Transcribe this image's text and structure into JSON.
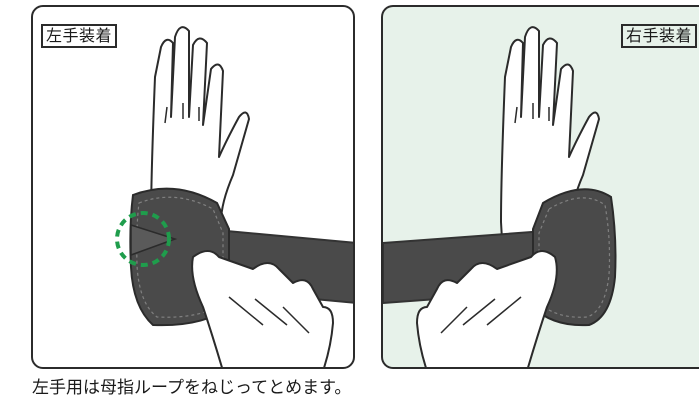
{
  "panels": {
    "left": {
      "label": "左手装着",
      "background": "#ffffff"
    },
    "right": {
      "label": "右手装着",
      "background": "#e7f2ea"
    }
  },
  "caption": "左手用は母指ループをねじってとめます。",
  "colors": {
    "outline": "#2b2b2b",
    "strap": "#4a4a4a",
    "strap_edge": "#333333",
    "highlight_circle": "#1f9d4c"
  },
  "icons": [
    "hand-illustration-icon",
    "wrist-support-icon",
    "dashed-circle-icon"
  ]
}
